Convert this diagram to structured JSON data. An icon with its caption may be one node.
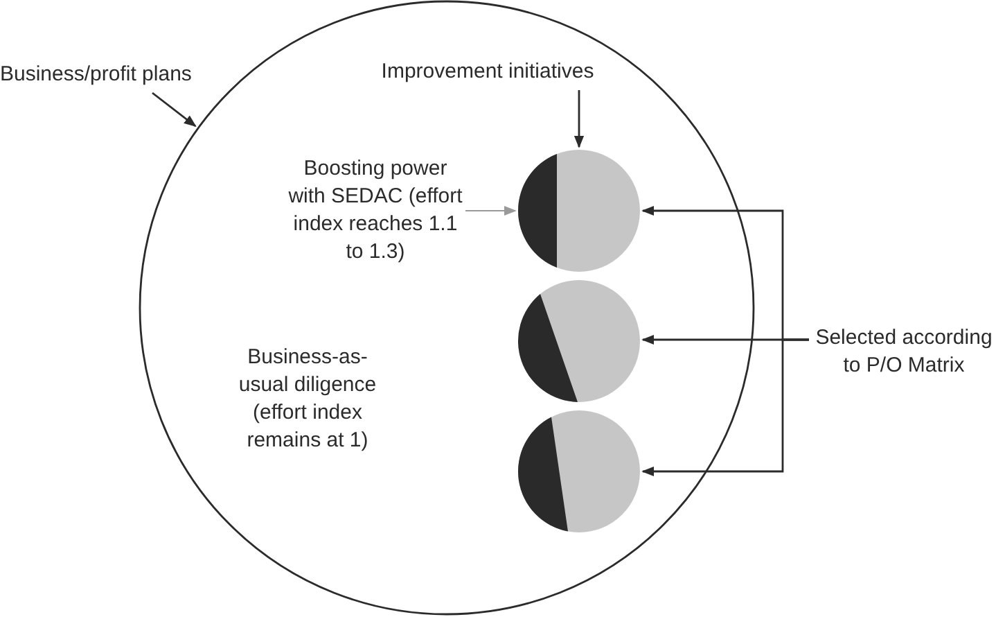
{
  "diagram": {
    "nodes": [
      {
        "text": [],
        "shape": "circle"
      },
      {
        "text": [
          "Business/profit plans"
        ]
      },
      {
        "text": [
          "Improvement initiatives"
        ],
        "in": 0
      },
      {
        "text": [
          "Boosting power with SEDAC (effort index reaches 1.1 to 1.3)"
        ],
        "in": 0
      },
      {
        "text": [],
        "shape": "circle",
        "in": 0
      },
      {
        "text": [],
        "shape": "circle",
        "in": 0
      },
      {
        "text": [],
        "shape": "circle",
        "in": 0
      },
      {
        "text": [
          "Business-as-usual diligence (effort index remains at 1)"
        ],
        "in": 0
      },
      {
        "text": [
          "Selected according to P/O Matrix"
        ]
      }
    ],
    "edges": [
      {
        "from": 1,
        "to": 0,
        "arrow": "to"
      },
      {
        "from": 2,
        "to": 4,
        "arrow": "to"
      },
      {
        "from": 3,
        "to": 4,
        "arrow": "to",
        "color": "#9a9a9a"
      },
      {
        "from": 8,
        "to": 4,
        "arrow": "to"
      },
      {
        "from": 8,
        "to": 5,
        "arrow": "to"
      },
      {
        "from": 8,
        "to": 6,
        "arrow": "to"
      }
    ]
  }
}
